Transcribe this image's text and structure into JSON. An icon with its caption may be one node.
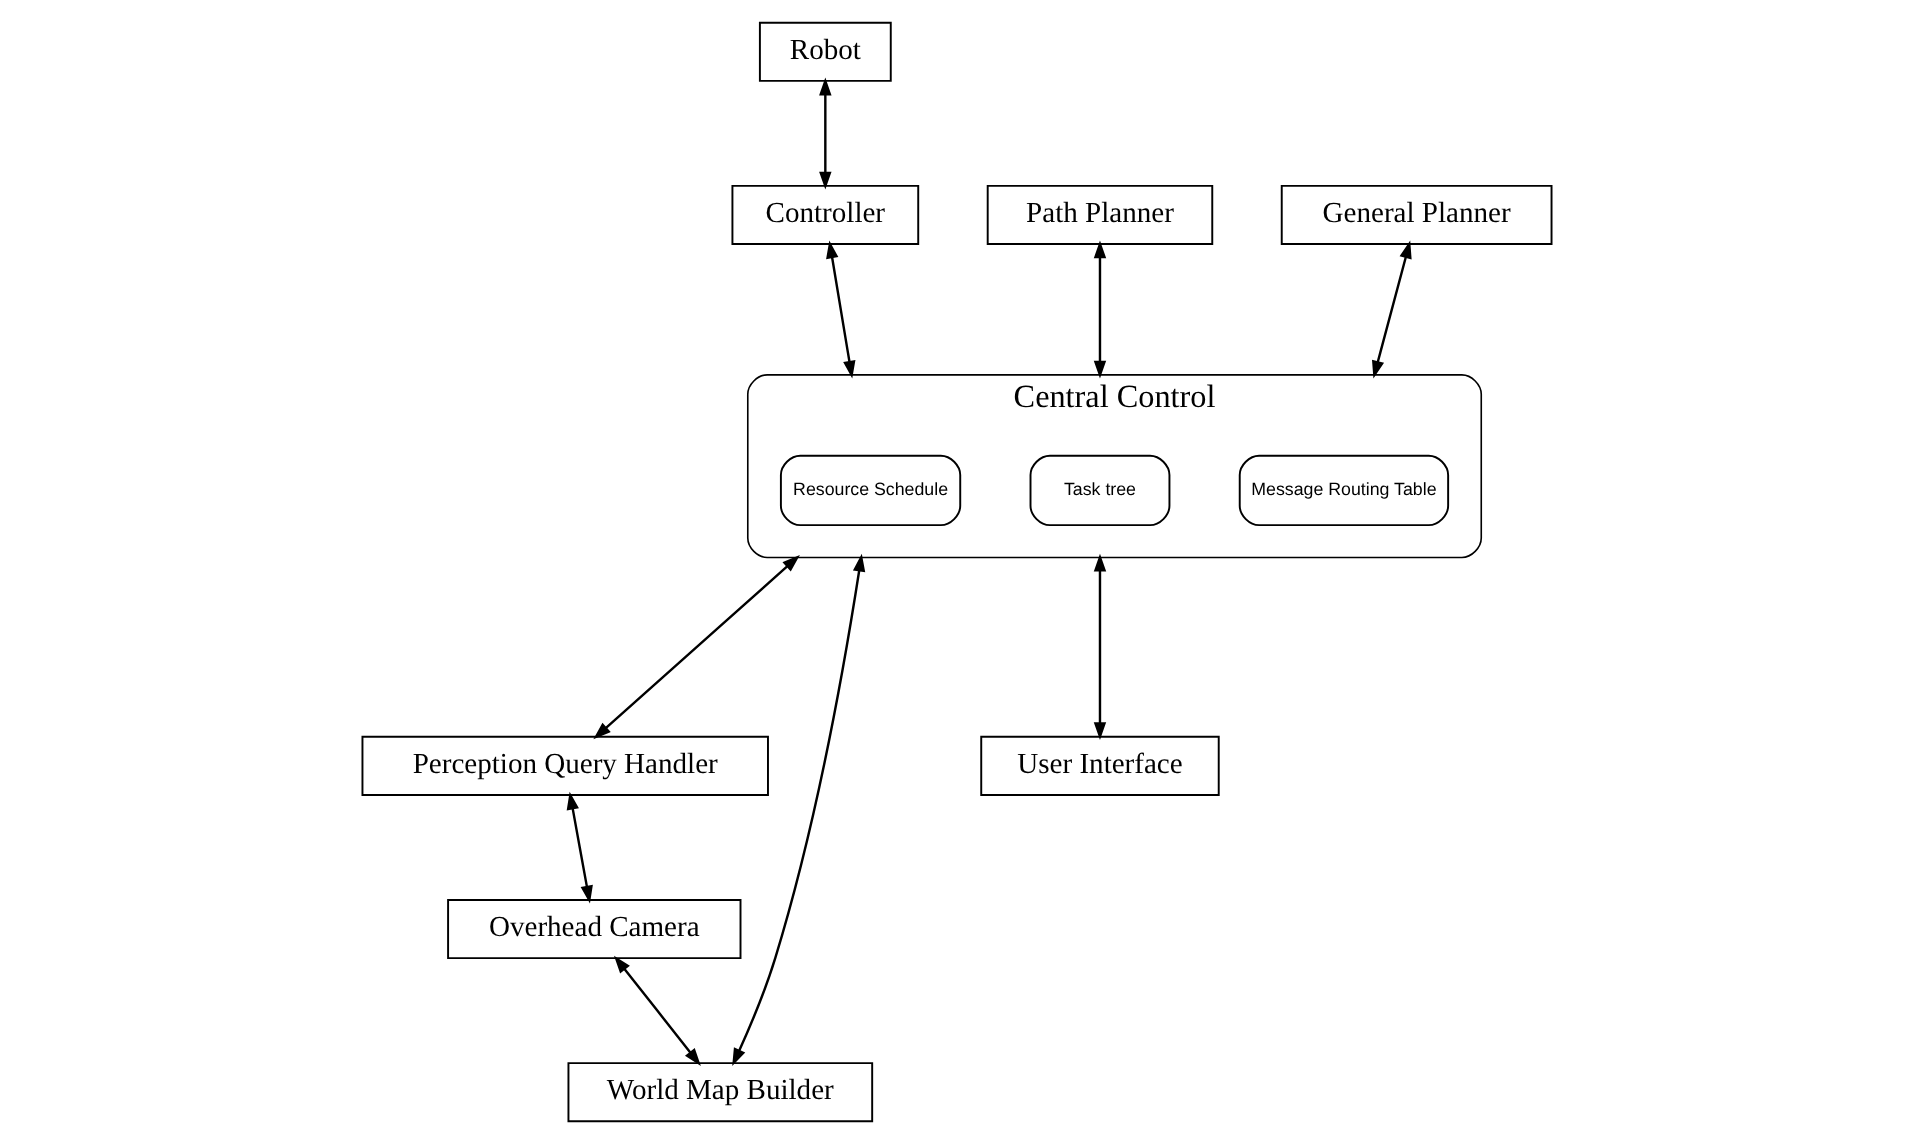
{
  "diagram": {
    "nodes": [
      {
        "text": [
          "Robot"
        ]
      },
      {
        "text": [
          "Controller"
        ]
      },
      {
        "text": [
          "Central Control"
        ]
      },
      {
        "text": [
          "Message Routing Table"
        ],
        "in": 2
      },
      {
        "text": [
          "Resource Schedule"
        ],
        "in": 2
      },
      {
        "text": [
          "Task tree"
        ],
        "in": 2
      },
      {
        "text": [
          "Path Planner"
        ]
      },
      {
        "text": [
          "General Planner"
        ]
      },
      {
        "text": [
          "Perception Query Handler"
        ]
      },
      {
        "text": [
          "Overhead Camera"
        ]
      },
      {
        "text": [
          "World Map Builder"
        ]
      },
      {
        "text": [
          "User Interface"
        ]
      }
    ],
    "edges": [
      {
        "from": 0,
        "to": 1,
        "arrow": "both"
      },
      {
        "from": 1,
        "to": 2,
        "arrow": "both"
      },
      {
        "from": 6,
        "to": 2,
        "arrow": "both"
      },
      {
        "from": 7,
        "to": 2,
        "arrow": "both"
      },
      {
        "from": 2,
        "to": 8,
        "arrow": "both"
      },
      {
        "from": 8,
        "to": 9,
        "arrow": "both"
      },
      {
        "from": 9,
        "to": 10,
        "arrow": "both"
      },
      {
        "from": 2,
        "to": 10,
        "arrow": "both"
      },
      {
        "from": 2,
        "to": 11,
        "arrow": "both"
      }
    ]
  }
}
